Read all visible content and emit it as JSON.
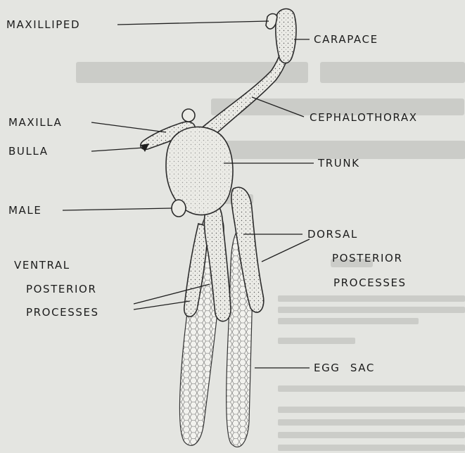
{
  "diagram": {
    "labels": {
      "maxilliped": "MAXILLIPED",
      "carapace": "CARAPACE",
      "maxilla": "MAXILLA",
      "cephalothorax": "CEPHALOTHORAX",
      "bulla": "BULLA",
      "trunk": "TRUNK",
      "male": "MALE",
      "dorsal": "DORSAL",
      "dorsal_posterior": "POSTERIOR",
      "dorsal_processes": "PROCESSES",
      "ventral": "VENTRAL",
      "ventral_posterior": "POSTERIOR",
      "ventral_processes": "PROCESSES",
      "egg_sac": "EGG SAC"
    }
  }
}
